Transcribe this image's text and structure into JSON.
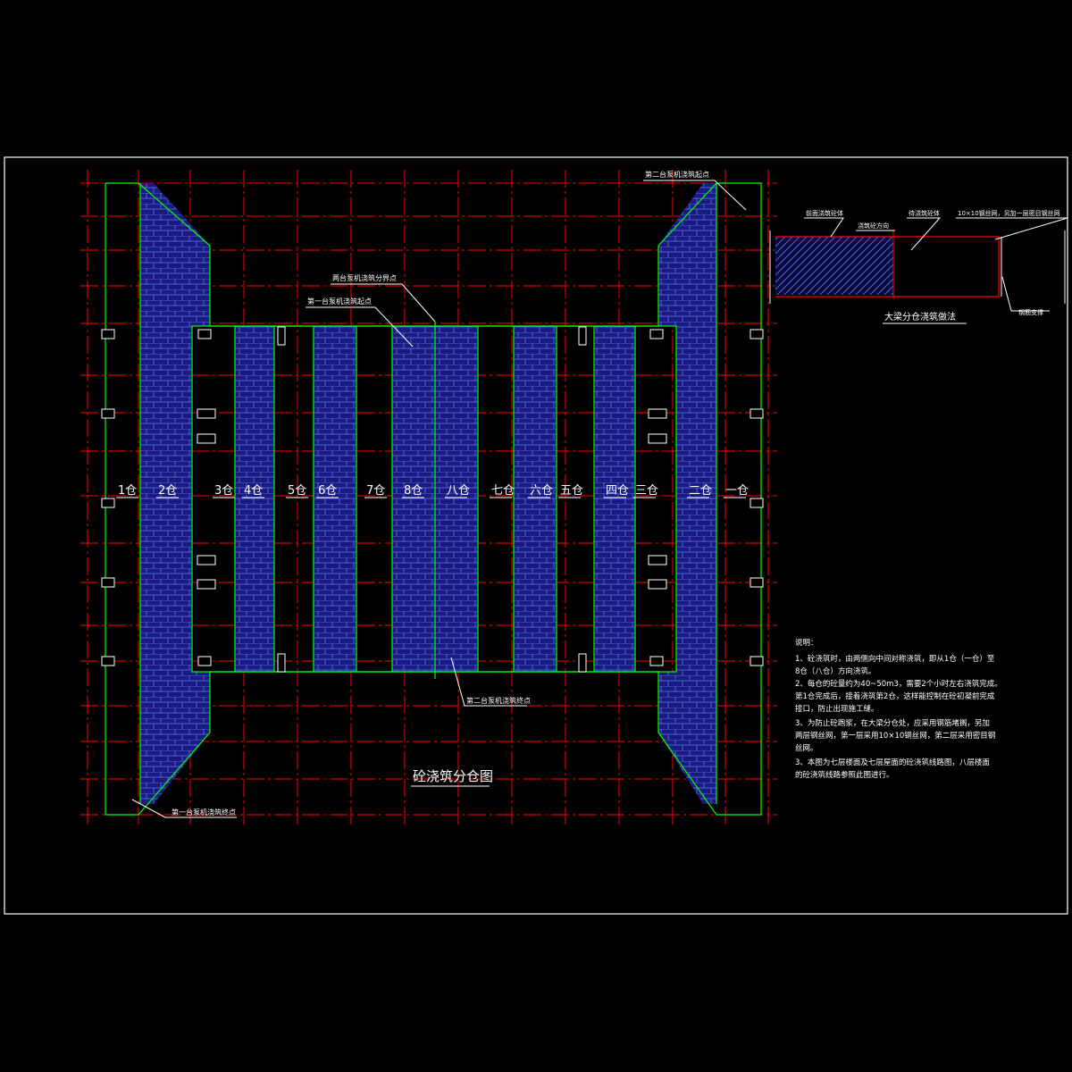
{
  "colors": {
    "background": "#000000",
    "frame": "#ffffff",
    "grid": "#ff0000",
    "outline": "#00ff00",
    "hatch_fill": "#1a1a80",
    "hatch_line": "#4e63d6",
    "text": "#ffffff",
    "leader": "#ffffff"
  },
  "title": "砼浇筑分仓图",
  "bays_left": [
    "1仓",
    "2仓",
    "3仓",
    "4仓",
    "5仓",
    "6仓",
    "7仓",
    "8仓"
  ],
  "bays_right": [
    "八仓",
    "七仓",
    "六仓",
    "五仓",
    "四仓",
    "三仓",
    "二仓",
    "一仓"
  ],
  "annotations": {
    "two_pump_boundary": "两台泵机浇筑分界点",
    "pump1_start_top": "第一台泵机浇筑起点",
    "pump2_start_top": "第二台泵机浇筑起点",
    "pump2_end_bottom": "第二台泵机浇筑终点",
    "pump1_end_bottom": "第一台泵机浇筑终点"
  },
  "detail": {
    "title": "大梁分仓浇筑做法",
    "labels": {
      "poured_concrete": "前面浇筑砼体",
      "pour_direction": "浇筑砼方向",
      "to_pour": "待浇筑砼体",
      "mesh": "10×10钢丝网，另加一层密目钢丝网",
      "rebar_support": "钢筋支撑"
    }
  },
  "notes": {
    "heading": "说明：",
    "lines": [
      "1、砼浇筑时，由两侧向中间对称浇筑，即从1仓（一仓）至",
      "8仓（八仓）方向浇筑。",
      "2、每仓的砼量约为40~50m3，需要2个小时左右浇筑完成。",
      "第1仓完成后，接着浇筑第2仓，这样能控制在砼初凝前完成",
      "接口，防止出现施工缝。",
      "3、为防止砼跑浆，在大梁分仓处，应采用钢筋堵搁，另加",
      "两层钢丝网，第一层采用10×10钢丝网，第二层采用密目钢",
      "丝网。",
      "3、本图为七层楼面及七层屋面的砼浇筑线路图，八层楼面",
      "的砼浇筑线路参照此图进行。"
    ]
  }
}
